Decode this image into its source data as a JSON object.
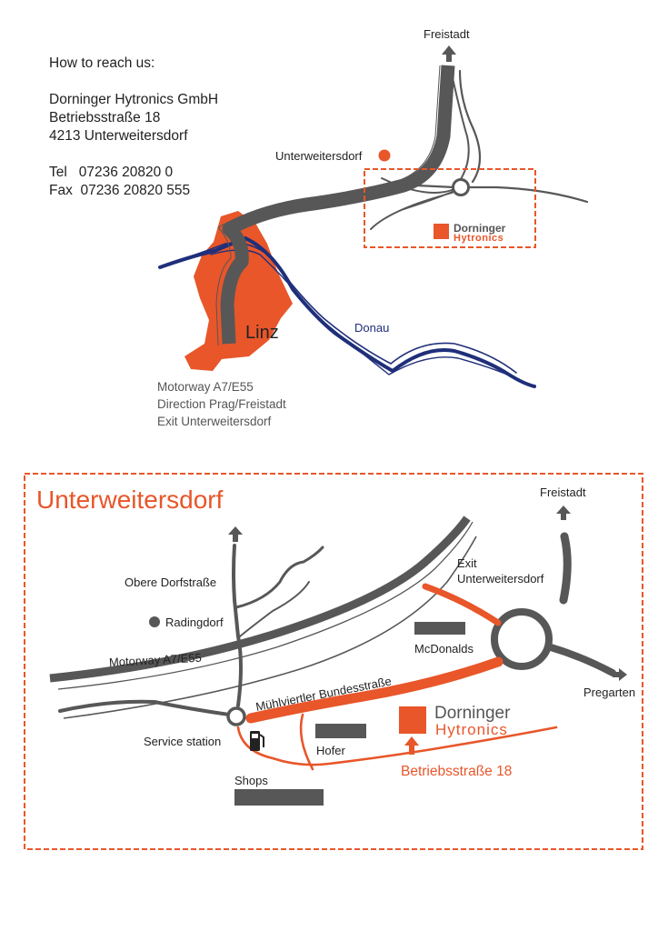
{
  "contact": {
    "heading": "How to reach us:",
    "company": "Dorninger Hytronics GmbH",
    "street": "Betriebsstraße 18",
    "city": "4213 Unterweitersdorf",
    "tel": "Tel   07236 20820 0",
    "fax": "Fax  07236 20820 555"
  },
  "overview_map": {
    "freistadt": "Freistadt",
    "unterweitersdorf": "Unterweitersdorf",
    "linz": "Linz",
    "donau": "Donau",
    "logo_line1": "Dorninger",
    "logo_line2": "Hytronics",
    "motorway": "Motorway A7/E55",
    "direction": "Direction Prag/Freistadt",
    "exit": "Exit Unterweitersdorf"
  },
  "detail_map": {
    "title": "Unterweitersdorf",
    "freistadt": "Freistadt",
    "exit_line1": "Exit",
    "exit_line2": "Unterweitersdorf",
    "obere": "Obere Dorfstraße",
    "radingdorf": "Radingdorf",
    "motorway": "Motorway A7/E55",
    "mcdonalds": "McDonalds",
    "muhlviertler": "Mühlviertler Bundesstraße",
    "pregarten": "Pregarten",
    "service": "Service station",
    "hofer": "Hofer",
    "shops": "Shops",
    "logo_line1": "Dorninger",
    "logo_line2": "Hytronics",
    "betriebs": "Betriebsstraße 18"
  },
  "colors": {
    "orange": "#e8562a",
    "road_grey": "#575757",
    "danube_blue": "#1f2f7a",
    "text": "#222222"
  }
}
